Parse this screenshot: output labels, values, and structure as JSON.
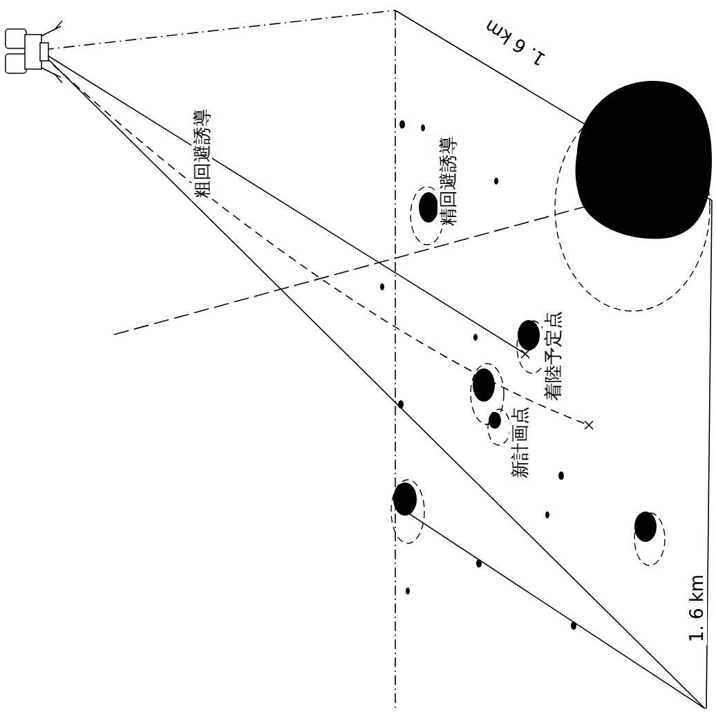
{
  "diagram": {
    "labels": [
      "粗回避誘導",
      "精回避誘導",
      "着陸予定点",
      "新計画点",
      "1. 6 km",
      "1. 6 km"
    ]
  }
}
